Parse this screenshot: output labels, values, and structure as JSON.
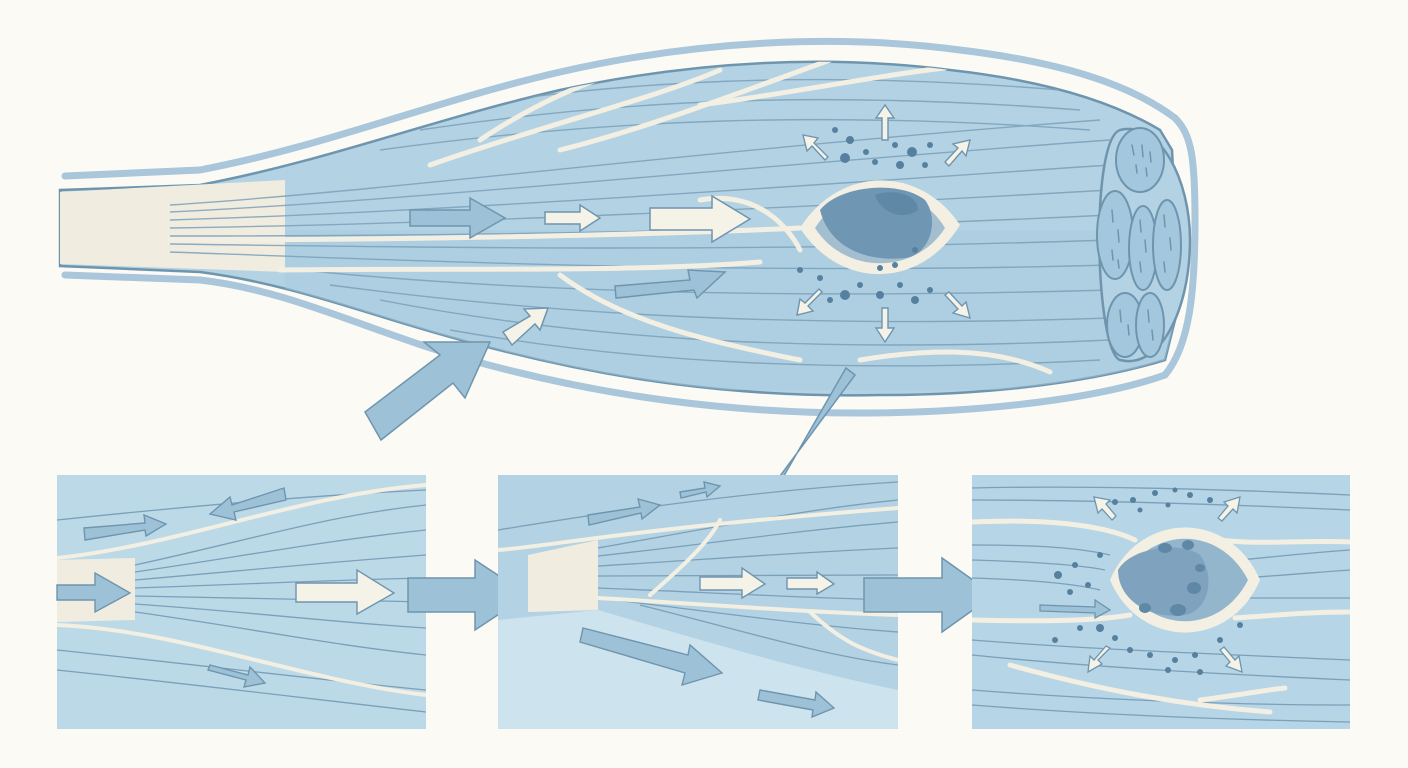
{
  "colors": {
    "background": "#fbfaf5",
    "muscle_fill": "#b3d3e4",
    "muscle_fill_light": "#c8e0ec",
    "muscle_fill_dark": "#9ec2d8",
    "outline": "#6f95ae",
    "sheath": "#a9c6da",
    "fascia": "#f3efe2",
    "tendon": "#f1ece0",
    "arrow_dark": "#9dc1d6",
    "arrow_light": "#f5f2e8",
    "lesion": "#7fa3bf",
    "lesion_dark": "#5f87a6",
    "dots": "#56809f",
    "panel_1": "#bcd9e8",
    "panel_2": "#cde3ee",
    "panel_3": "#b6d5e6"
  },
  "icons": {
    "flow_arrow": "right-arrow-icon",
    "radiating_arrow": "small-arrow-icon",
    "callout_arrow": "pointer-arrow-icon"
  },
  "diagram": {
    "main_view": "muscle-longitudinal-section",
    "panels": [
      {
        "id": "panel-1",
        "stage": "tendon-fiber-junction"
      },
      {
        "id": "panel-2",
        "stage": "fascia-branching"
      },
      {
        "id": "panel-3",
        "stage": "inflamed-lesion"
      }
    ]
  }
}
